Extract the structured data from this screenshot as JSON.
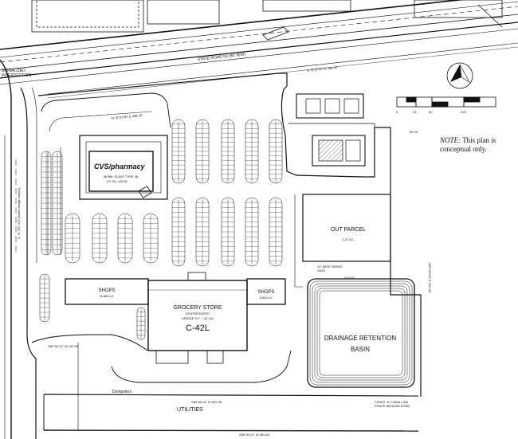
{
  "labels": {
    "state_road": "STATE ROAD 50 (80' R/W)",
    "signalized": "SIGNALIZED",
    "intersection": "INTERSECTION",
    "cr_road": "C. R. RD. 515 (future design allows)",
    "note_prefix": "NOTE:",
    "note_text": "This plan is conceptual only.",
    "out_parcel": "OUT PARCEL",
    "out_parcel_ac": "1.27 AC.",
    "drainage": "DRAINAGE  RETENTION",
    "basin": "BASIN",
    "grocery": "GROCERY STORE",
    "center_entry": "CENTER ENTRY",
    "grocery_sub": "GRIDDE S.F. = 42,181",
    "grocery_code": "C-42L",
    "shops_left": "SHOPS",
    "shops_left_sf": "11,860 s.f.",
    "shops_right": "SHOPS",
    "shops_right_sf": "5,840 s.f.",
    "cvs_logo": "CVS/pharmacy",
    "cvs_sub1": "MOBIL SLAVS TYPE 26",
    "cvs_sub2": "F.F. EL.=00.00",
    "dumpsters": "Dumpsters",
    "utilities": "UTILITIES",
    "fence": "CONST. 6' CHAIN LINK",
    "fence2": "FENCE AROUND POND",
    "gate": "10' WIDE SWING",
    "gate2": "GATE",
    "bearing_top": "N 79°07'50\" E  366.45'",
    "bearing_top2": "N 79°07'50\" E  388.18'",
    "bearing_bottom": "S89°54'13\" W  652.56'",
    "bearing_left": "S89°54'13\" W  150.00'",
    "bearing_right": "N00°00'00\" E  300.00'",
    "dim_210": "210.00'",
    "dim_50": "50.00'",
    "dim_bottom": "S89°54'13\" W  800.00'"
  },
  "scale": {
    "ticks": [
      "0",
      "25",
      "50",
      "100"
    ]
  },
  "icons": {
    "north_arrow": "north-arrow-icon"
  }
}
